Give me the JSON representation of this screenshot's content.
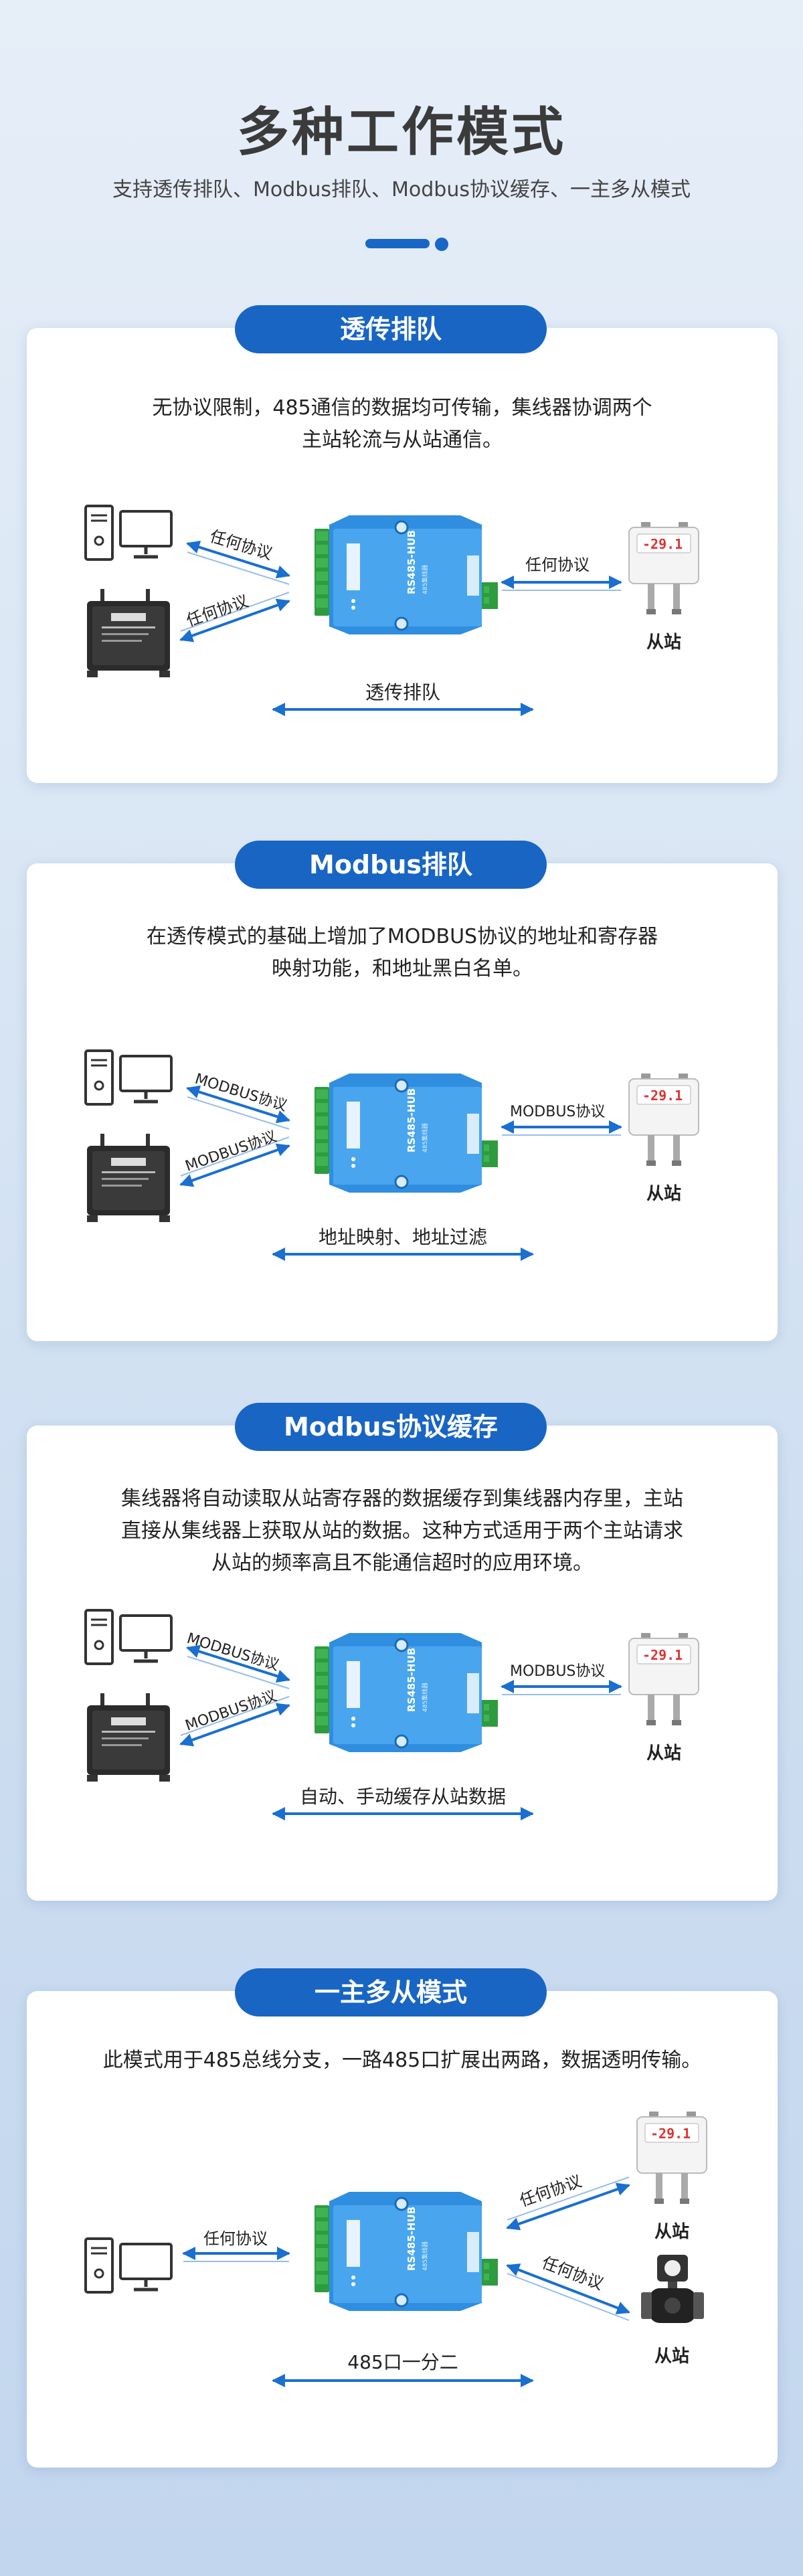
{
  "hero": {
    "title": "多种工作模式",
    "subtitle": "支持透传排队、Modbus排队、Modbus协议缓存、一主多从模式"
  },
  "colors": {
    "accent": "#1865c4",
    "device": "#2f8ee0",
    "arrow": "#1a6fd0"
  },
  "sections": [
    {
      "title": "透传排队",
      "desc_lines": [
        "无协议限制，485通信的数据均可传输，集线器协调两个",
        "主站轮流与从站通信。"
      ],
      "label_top": "任何协议",
      "label_bottom": "任何协议",
      "label_right": "任何协议",
      "slave": "从站",
      "bottom_label": "透传排队"
    },
    {
      "title": "Modbus排队",
      "desc_lines": [
        "在透传模式的基础上增加了MODBUS协议的地址和寄存器",
        "映射功能，和地址黑白名单。"
      ],
      "label_top": "MODBUS协议",
      "label_bottom": "MODBUS协议",
      "label_right": "MODBUS协议",
      "slave": "从站",
      "bottom_label": "地址映射、地址过滤"
    },
    {
      "title": "Modbus协议缓存",
      "desc_lines": [
        "集线器将自动读取从站寄存器的数据缓存到集线器内存里，主站",
        "直接从集线器上获取从站的数据。这种方式适用于两个主站请求",
        "从站的频率高且不能通信超时的应用环境。"
      ],
      "label_top": "MODBUS协议",
      "label_bottom": "MODBUS协议",
      "label_right": "MODBUS协议",
      "slave": "从站",
      "bottom_label": "自动、手动缓存从站数据"
    },
    {
      "title": "一主多从模式",
      "desc_lines": [
        "此模式用于485总线分支，一路485口扩展出两路，数据透明传输。"
      ],
      "label_left": "任何协议",
      "label_top_right": "任何协议",
      "label_bottom_right": "任何协议",
      "slave_top": "从站",
      "slave_bottom": "从站",
      "bottom_label": "485口一分二"
    }
  ],
  "device": {
    "model": "RS485-HUB",
    "brand": "485集线器",
    "display": "-29.1"
  },
  "icons": [
    "computer-icon",
    "gateway-icon",
    "hub-device-icon",
    "sensor-icon",
    "flowmeter-icon"
  ]
}
